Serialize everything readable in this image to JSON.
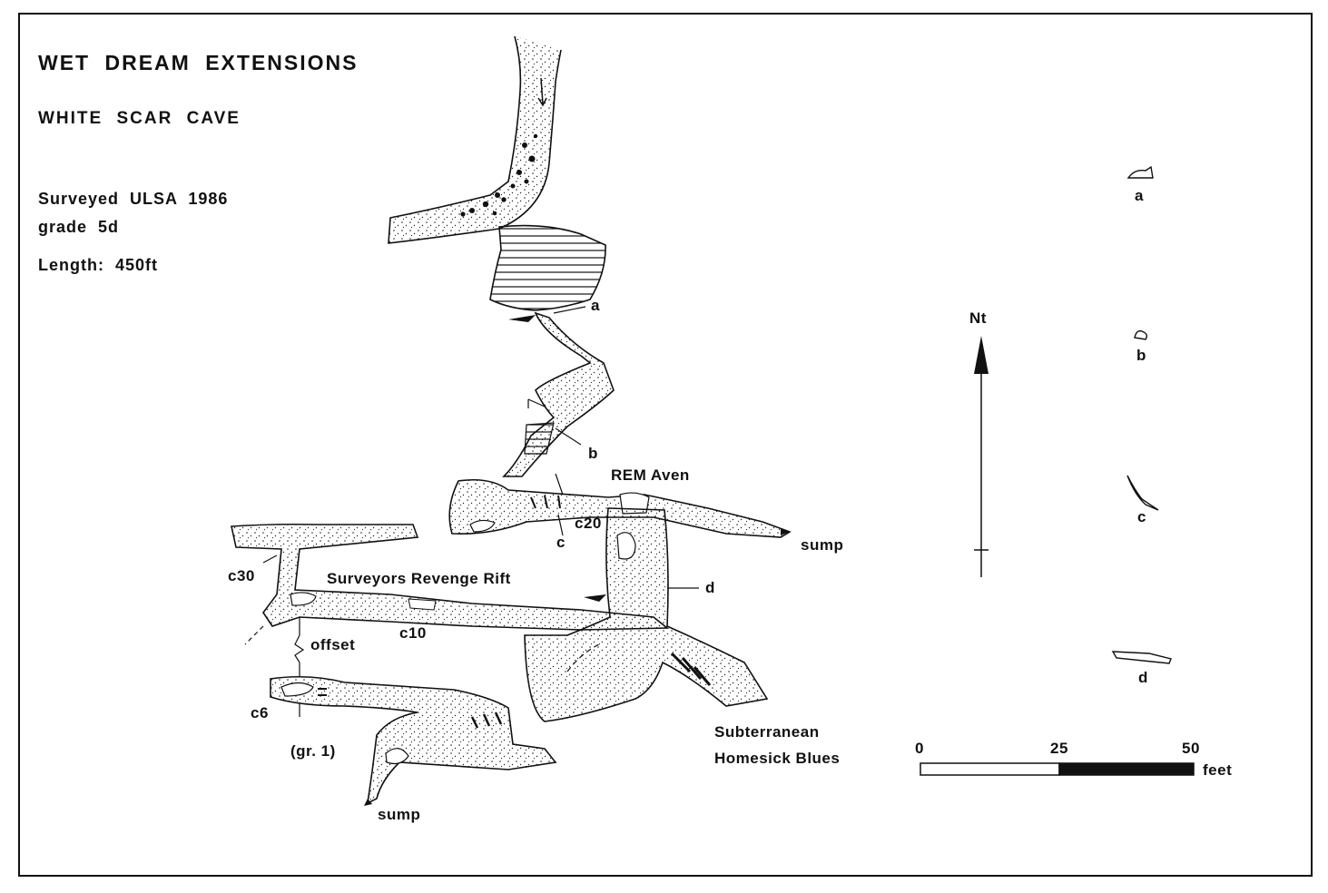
{
  "header": {
    "title": "WET DREAM EXTENSIONS",
    "cave": "WHITE SCAR CAVE",
    "surveyed": "Surveyed ULSA 1986",
    "grade": "grade 5d",
    "length": "Length: 450ft"
  },
  "labels": {
    "rem_aven": "REM Aven",
    "surveyors_revenge_rift": "Surveyors Revenge Rift",
    "subterranean_1": "Subterranean",
    "subterranean_2": "Homesick Blues",
    "sump_east": "sump",
    "sump_south": "sump",
    "offset": "offset",
    "gr1": "(gr. 1)",
    "c6": "c6",
    "c10": "c10",
    "c20": "c20",
    "c30": "c30",
    "xs_a": "a",
    "xs_b": "b",
    "xs_c": "c",
    "xs_d": "d"
  },
  "north_arrow": {
    "label": "Nt"
  },
  "cross_sections": {
    "a": "a",
    "b": "b",
    "c": "c",
    "d": "d"
  },
  "scale_bar": {
    "tick_0": "0",
    "tick_25": "25",
    "tick_50": "50",
    "unit": "feet"
  }
}
